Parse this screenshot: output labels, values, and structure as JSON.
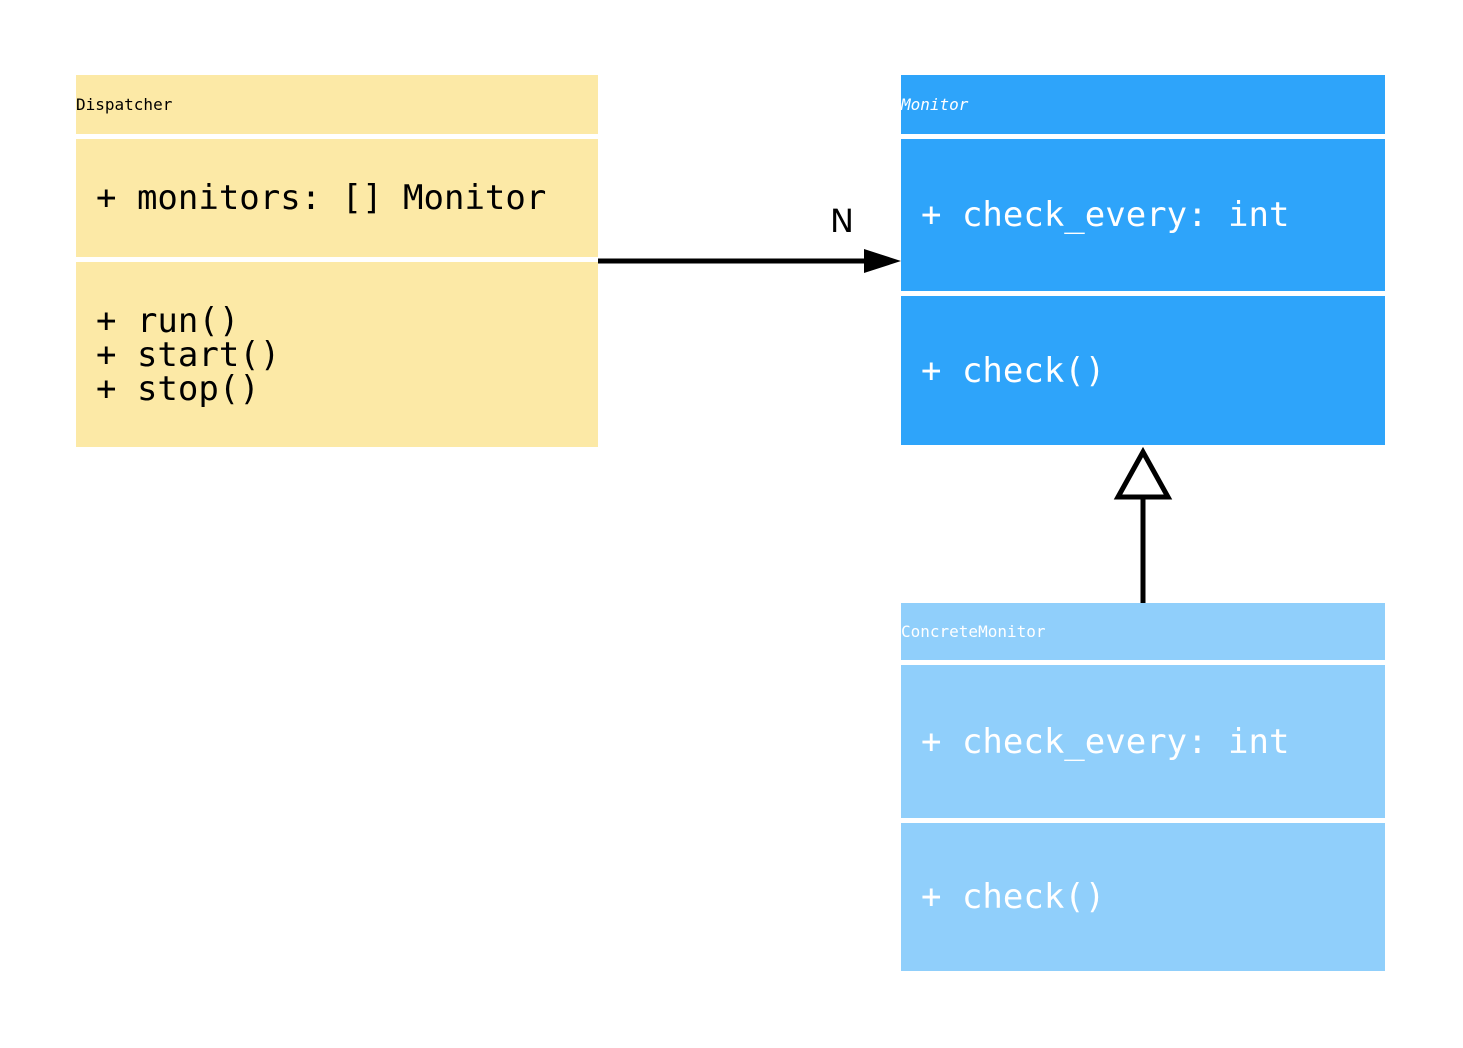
{
  "diagram": {
    "type": "uml-class-diagram",
    "classes": [
      {
        "id": "dispatcher",
        "title": "Dispatcher",
        "attributes": [
          "+ monitors: [] Monitor"
        ],
        "methods": [
          "+ run()",
          "+ start()",
          "+ stop()"
        ],
        "fill": "#FCE9A6",
        "text_color": "#000000",
        "title_style": "normal"
      },
      {
        "id": "monitor",
        "title": "Monitor",
        "attributes": [
          "+ check_every: int"
        ],
        "methods": [
          "+ check()"
        ],
        "fill": "#2EA4FA",
        "text_color": "#FFFFFF",
        "title_style": "italic"
      },
      {
        "id": "concrete-monitor",
        "title": "ConcreteMonitor",
        "attributes": [
          "+ check_every: int"
        ],
        "methods": [
          "+ check()"
        ],
        "fill": "#90CFFB",
        "text_color": "#FFFFFF",
        "title_style": "normal"
      }
    ],
    "relations": [
      {
        "type": "association",
        "from": "Dispatcher",
        "to": "Monitor",
        "label": "N",
        "line_color": "#000000"
      },
      {
        "type": "inheritance",
        "from": "ConcreteMonitor",
        "to": "Monitor",
        "label": "",
        "line_color": "#000000"
      }
    ]
  }
}
